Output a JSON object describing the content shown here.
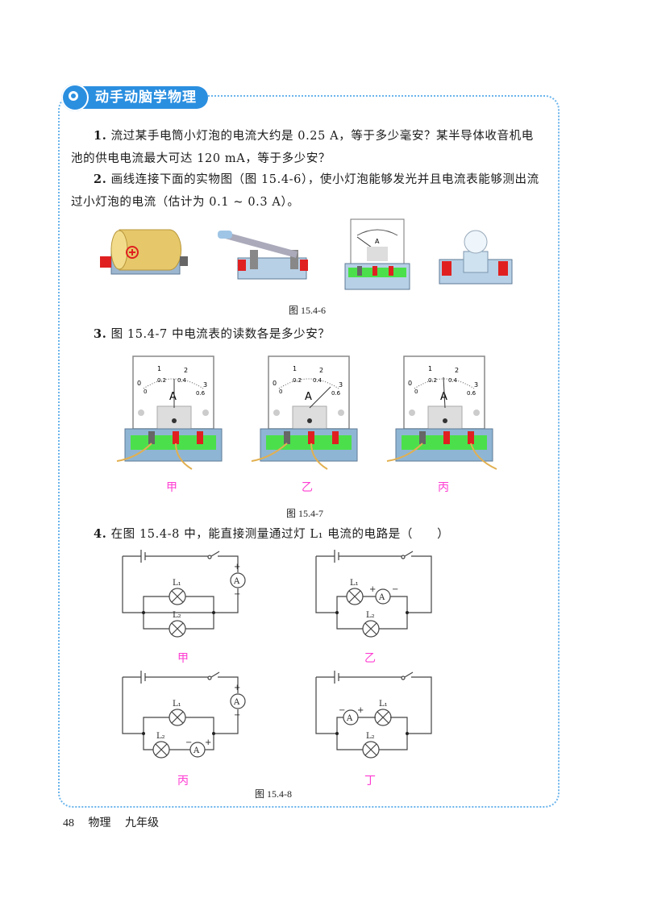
{
  "section": {
    "title": "动手动脑学物理",
    "icon": "target-icon",
    "accent_color": "#2b8fe0",
    "border_color": "#6ab4ec"
  },
  "questions": [
    {
      "number": "1.",
      "text_line1": "流过某手电筒小灯泡的电流大约是 0.25 A，等于多少毫安？某半导体收音机电",
      "text_line2": "池的供电电流最大可达 120 mA，等于多少安？"
    },
    {
      "number": "2.",
      "text_line1": "画线连接下面的实物图（图 15.4-6），使小灯泡能够发光并且电流表能够测出流",
      "text_line2": "过小灯泡的电流（估计为 0.1 ~ 0.3 A）。"
    },
    {
      "number": "3.",
      "text_line1": "图 15.4-7 中电流表的读数各是多少安？"
    },
    {
      "number": "4.",
      "text_line1": "在图 15.4-8 中，能直接测量通过灯 L₁ 电流的电路是（　　）"
    }
  ],
  "figure_15_4_6": {
    "caption": "图 15.4-6",
    "items": [
      "battery",
      "knife-switch",
      "ammeter",
      "light-bulb"
    ]
  },
  "figure_15_4_7": {
    "caption": "图 15.4-7",
    "meters": [
      {
        "label": "甲",
        "scale_top": [
          "0",
          "1",
          "2",
          "3"
        ],
        "scale_bottom": [
          "0",
          "0.2",
          "0.4",
          "0.6"
        ],
        "unit": "A",
        "needle_angle": 0
      },
      {
        "label": "乙",
        "scale_top": [
          "0",
          "1",
          "2",
          "3"
        ],
        "scale_bottom": [
          "0",
          "0.2",
          "0.4",
          "0.6"
        ],
        "unit": "A",
        "needle_angle": 48
      },
      {
        "label": "丙",
        "scale_top": [
          "0",
          "1",
          "2",
          "3"
        ],
        "scale_bottom": [
          "0",
          "0.2",
          "0.4",
          "0.6"
        ],
        "unit": "A",
        "needle_angle": -4
      }
    ]
  },
  "figure_15_4_8": {
    "caption": "图 15.4-8",
    "circuits": [
      {
        "label": "甲",
        "lamp1": "L1",
        "lamp2": "L2",
        "ammeter": "A",
        "plus": "+",
        "minus": "-"
      },
      {
        "label": "乙",
        "lamp1": "L1",
        "lamp2": "L2",
        "ammeter": "A",
        "plus": "+",
        "minus": "-"
      },
      {
        "label": "丙",
        "lamp1": "L1",
        "lamp2": "L2",
        "ammeter": "A",
        "plus": "+",
        "minus": "-"
      },
      {
        "label": "丁",
        "lamp1": "L1",
        "lamp2": "L2",
        "ammeter": "A",
        "plus": "+",
        "minus": "-"
      }
    ]
  },
  "footer": {
    "page_number": "48",
    "subject": "物理",
    "grade": "九年级"
  }
}
